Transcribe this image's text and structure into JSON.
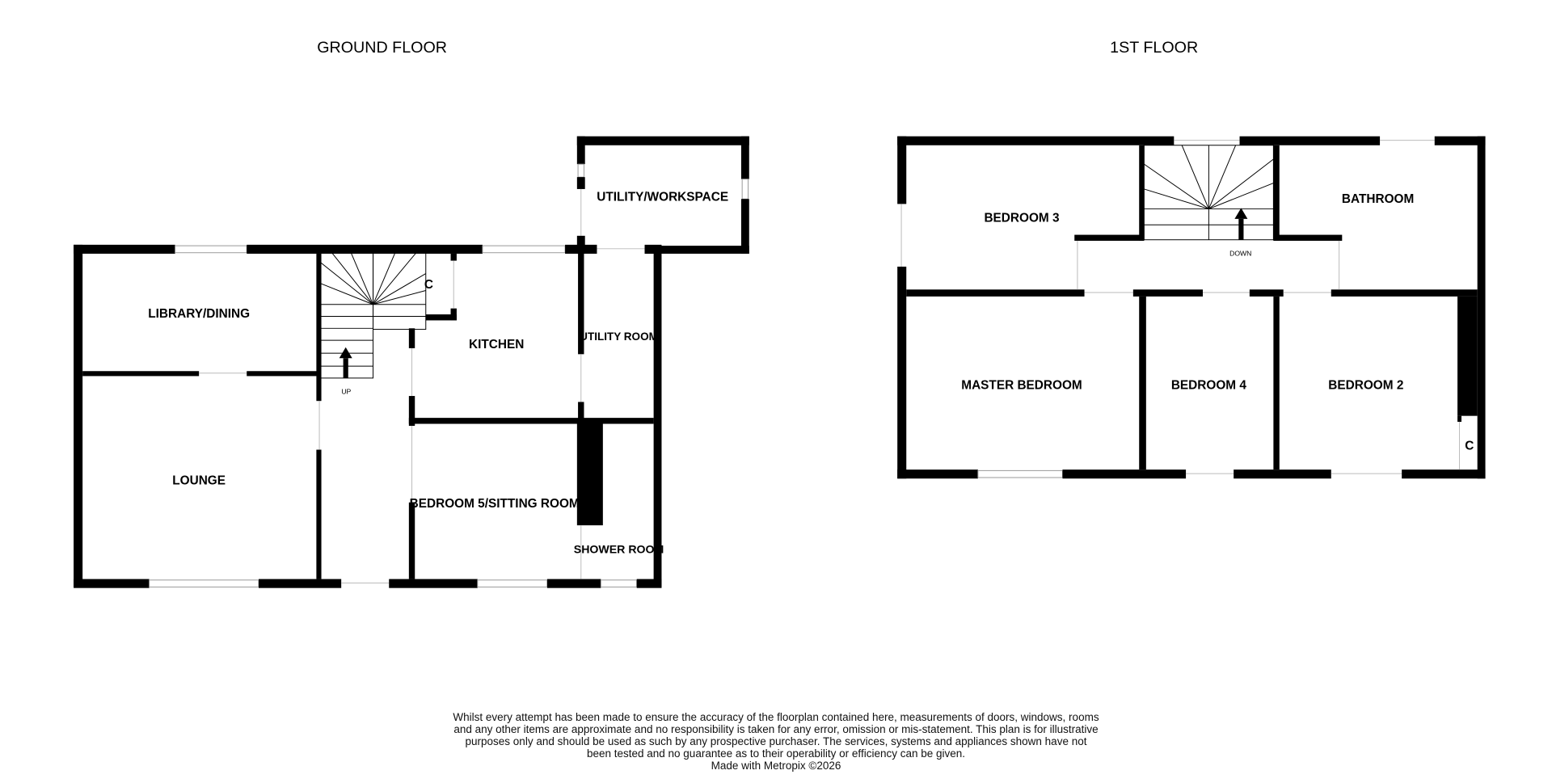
{
  "floors": {
    "ground": {
      "title": "GROUND FLOOR",
      "rooms": {
        "library": "LIBRARY/DINING",
        "lounge": "LOUNGE",
        "kitchen": "KITCHEN",
        "utility_room": "UTILITY ROOM",
        "utility_workspace": "UTILITY/WORKSPACE",
        "bedroom5": "BEDROOM 5/SITTING ROOM",
        "shower": "SHOWER ROOM",
        "cupboard": "C"
      },
      "stairs_label": "UP"
    },
    "first": {
      "title": "1ST FLOOR",
      "rooms": {
        "bedroom3": "BEDROOM 3",
        "bathroom": "BATHROOM",
        "master": "MASTER BEDROOM",
        "bedroom4": "BEDROOM 4",
        "bedroom2": "BEDROOM 2",
        "cupboard": "C"
      },
      "stairs_label": "DOWN"
    }
  },
  "disclaimer": {
    "text": "Whilst every attempt has been made to ensure the accuracy of the floorplan contained here, measurements of doors, windows, rooms and any other items are approximate and no responsibility is taken for any error, omission or mis-statement. This plan is for illustrative purposes only and should be used as such by any prospective purchaser. The services, systems and appliances shown have not been tested and no guarantee as to their operability or efficiency can be given.",
    "credit": "Made with Metropix ©2026"
  }
}
